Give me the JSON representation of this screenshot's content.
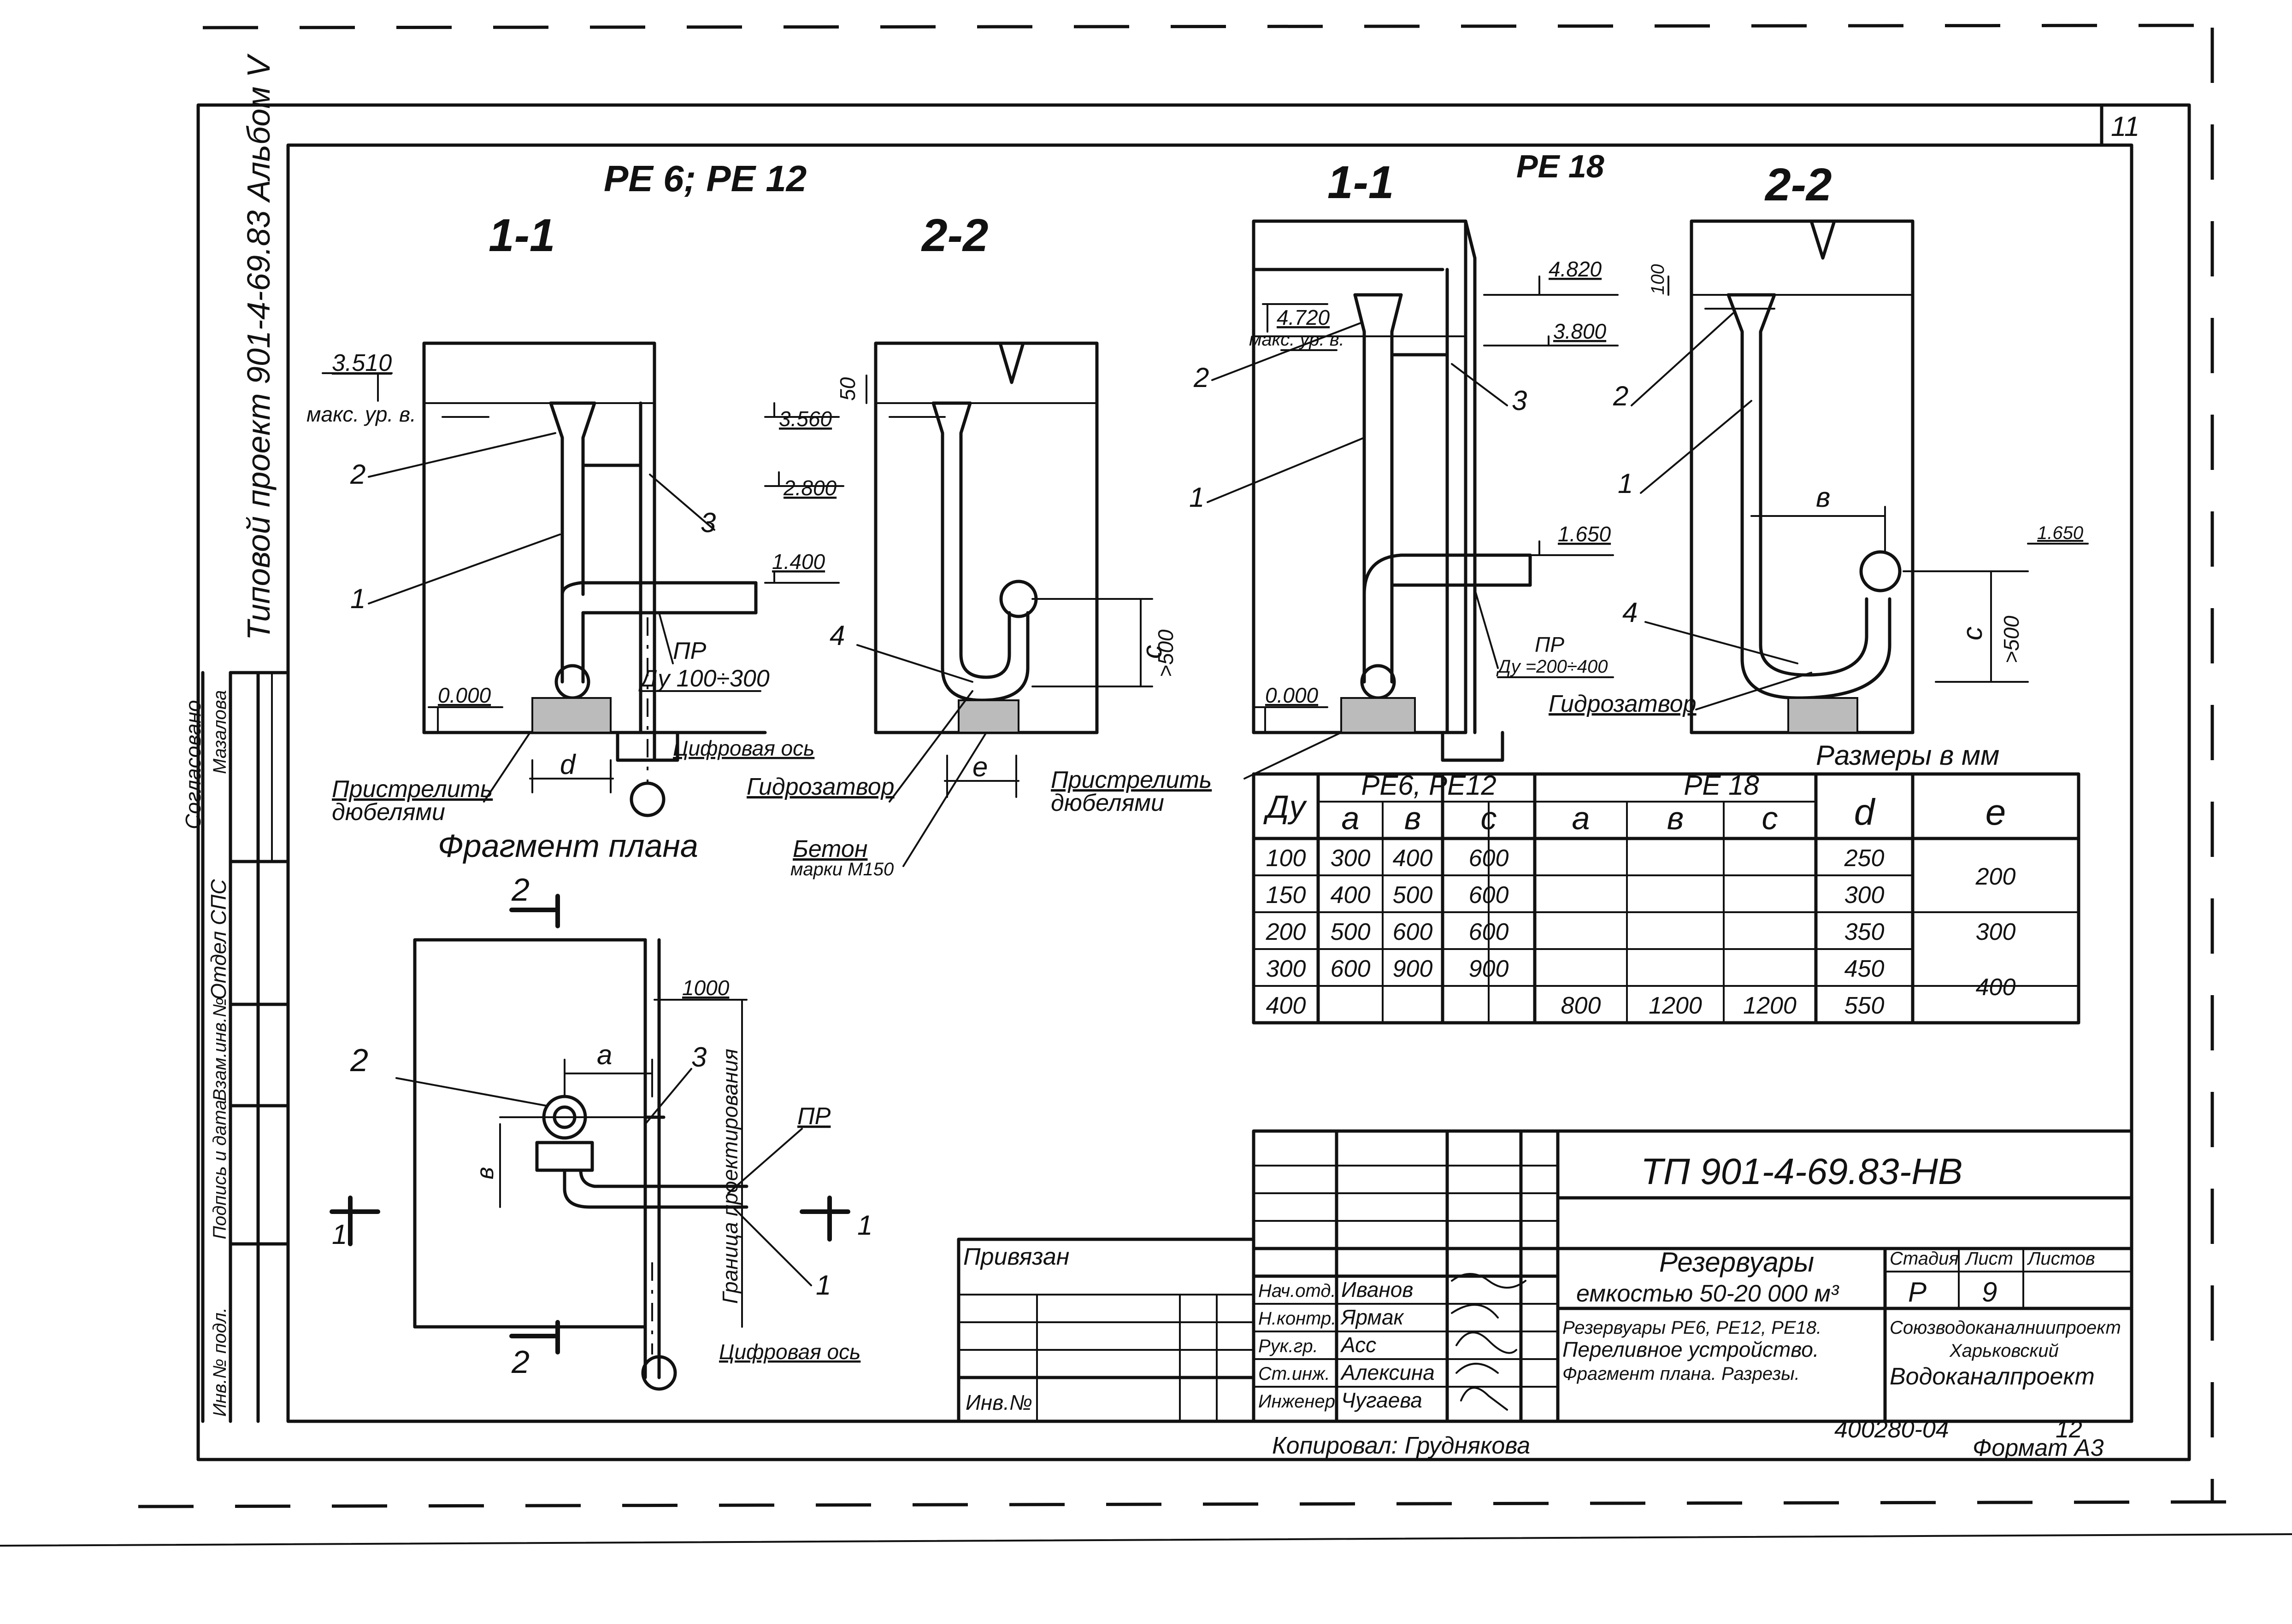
{
  "sheet": {
    "sheet_no": "11",
    "side_title": "Типовой проект 901-4-69.83 Альбом V",
    "header_left": "РЕ 6; РЕ 12",
    "header_right": "РЕ 18",
    "section_11": "1-1",
    "section_22": "2-2",
    "plan_title": "Фрагмент плана",
    "copied_by": "Копировал: Груднякова",
    "format": "Формат А3",
    "archive_no": "400280-04",
    "archive_no2": "12"
  },
  "labels": {
    "level_3510": "3.510",
    "max_level": "макс. ур. в.",
    "level_3560": "3.560",
    "level_2800": "2.800",
    "level_1400": "1.400",
    "level_0000": "0.000",
    "pr": "ПР",
    "dy_small": "Ду 100÷300",
    "dy_large": "Ду =200÷400",
    "digital_axis": "Цифровая ось",
    "fix_dowels_1": "Пристрелить",
    "fix_dowels_2": "дюбелями",
    "water_seal": "Гидрозатвор",
    "concrete_1": "Бетон",
    "concrete_2": "марки М150",
    "dim_50": "50",
    "dim_c": "с",
    "dim_gt500": ">500",
    "dim_d": "d",
    "dim_e": "е",
    "dim_a": "а",
    "dim_b": "в",
    "level_4820": "4.820",
    "level_4720": "4.720",
    "level_3800": "3.800",
    "level_1650": "1.650",
    "dim_100": "100",
    "dim_1000": "1000",
    "border_line": "Граница проектирования",
    "n1": "1",
    "n2": "2",
    "n3": "3",
    "n4": "4"
  },
  "table": {
    "units": "Размеры в мм",
    "col_dy": "Ду",
    "group_a": "РЕ6, РЕ12",
    "group_b": "РЕ 18",
    "sub": [
      "а",
      "в",
      "с",
      "а",
      "в",
      "с"
    ],
    "col_d": "d",
    "col_e": "е",
    "rows": [
      {
        "dy": "100",
        "v": [
          "300",
          "400",
          "600",
          "",
          "",
          ""
        ],
        "d": "250"
      },
      {
        "dy": "150",
        "v": [
          "400",
          "500",
          "600",
          "",
          "",
          ""
        ],
        "d": "300"
      },
      {
        "dy": "200",
        "v": [
          "500",
          "600",
          "600",
          "",
          "",
          ""
        ],
        "d": "350"
      },
      {
        "dy": "300",
        "v": [
          "600",
          "900",
          "900",
          "",
          "",
          ""
        ],
        "d": "450"
      },
      {
        "dy": "400",
        "v": [
          "",
          "",
          "",
          "800",
          "1200",
          "1200"
        ],
        "d": "550"
      }
    ],
    "e_values": [
      "200",
      "300",
      "400"
    ]
  },
  "stamp": {
    "code": "ТП 901-4-69.83-НВ",
    "linked": "Привязан",
    "inv": "Инв.№",
    "roles": [
      "Нач.отд.",
      "Н.контр.",
      "Рук.гр.",
      "Ст.инж.",
      "Инженер"
    ],
    "names": [
      "Иванов",
      "Ярмак",
      "Асс",
      "Алексина",
      "Чугаева"
    ],
    "title_1": "Резервуары",
    "title_2": "емкостью 50-20 000 м³",
    "desc_1": "Резервуары РЕ6, РЕ12, РЕ18.",
    "desc_2": "Переливное устройство.",
    "desc_3": "Фрагмент плана. Разрезы.",
    "stage_h": "Стадия",
    "sheet_h": "Лист",
    "sheets_h": "Листов",
    "stage": "Р",
    "sheet": "9",
    "org_1": "Союзводоканалниипроект",
    "org_2": "Харьковский",
    "org_3": "Водоканалпроект"
  },
  "side": {
    "agreed": "Согласовано",
    "dept": "Отдел СПС",
    "sign": "Мазалова",
    "c1": "Взам.инв.№",
    "c2": "Подпись и дата",
    "c3": "Инв.№ подл."
  }
}
